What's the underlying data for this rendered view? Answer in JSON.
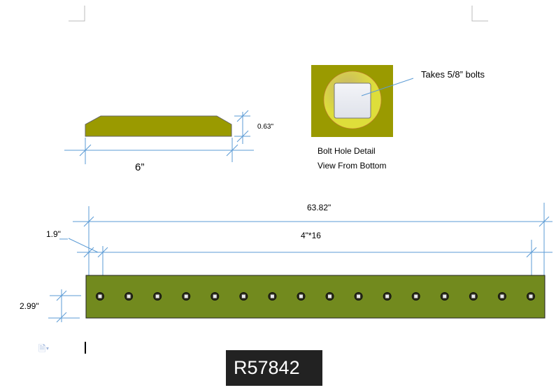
{
  "side_view": {
    "width_label": "6”",
    "height_label": "0.63\""
  },
  "bolt_detail": {
    "callout": "Takes 5/8”  bolts",
    "caption_line1": "Bolt Hole Detail",
    "caption_line2": "View From Bottom"
  },
  "main_bar": {
    "length_label": "63.82\"",
    "spacing_label": "4\"*16",
    "offset_label": "1.9\"",
    "height_label": "2.99\"",
    "hole_count": 16
  },
  "part_number": "R57842",
  "colors": {
    "steel_side": "#9a9a00",
    "bar": "#728a1e",
    "dimension": "#5b9bd5",
    "label_bg": "#222222"
  }
}
